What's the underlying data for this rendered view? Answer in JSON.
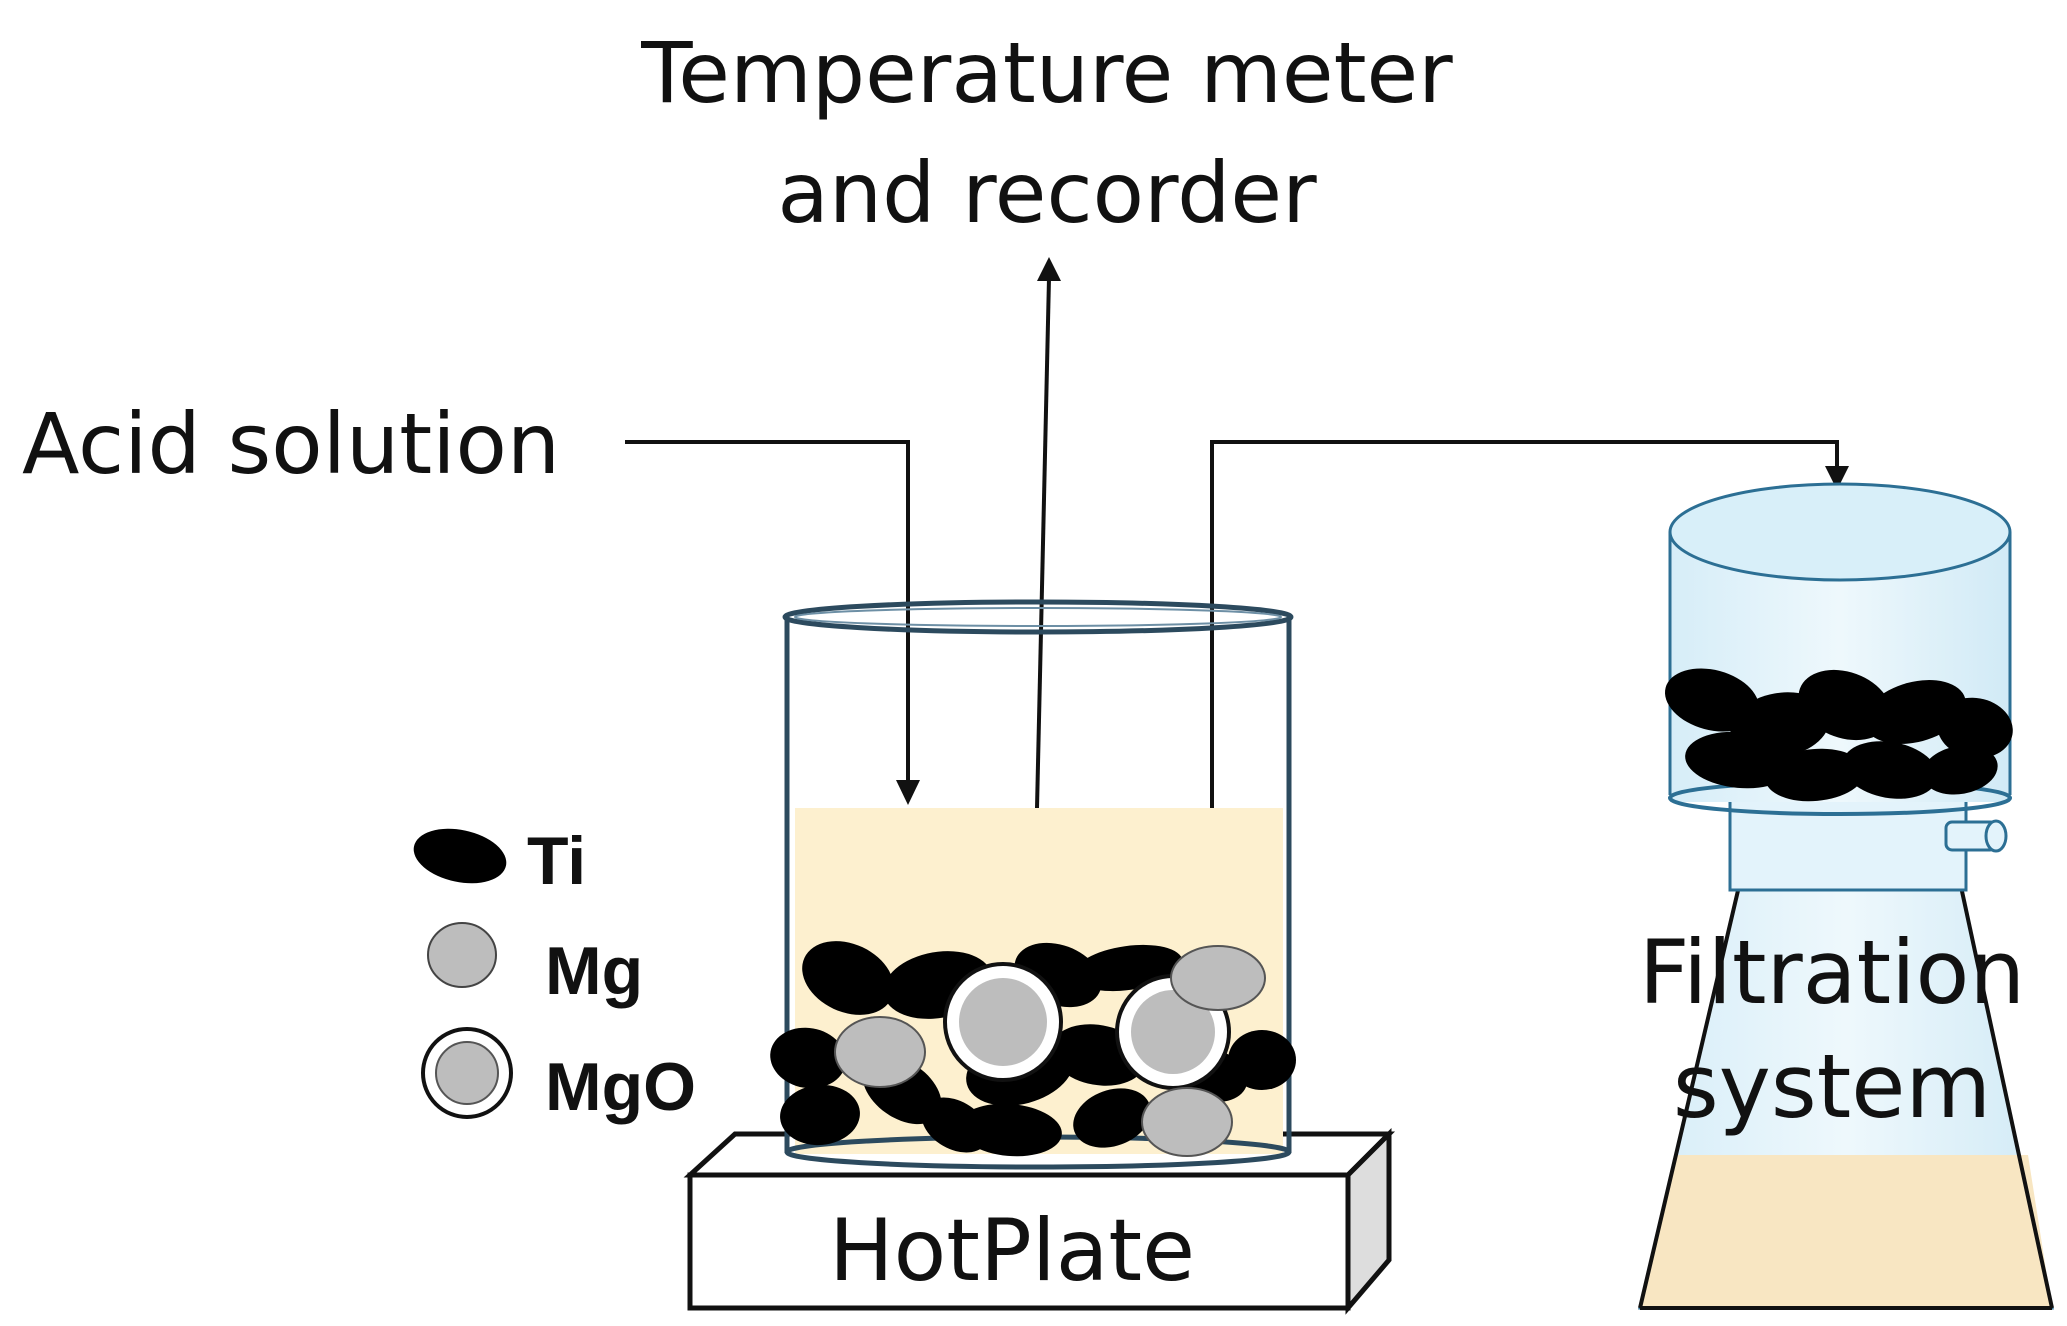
{
  "labels": {
    "temperature_line1": "Temperature meter",
    "temperature_line2": "and recorder",
    "acid_solution": "Acid solution",
    "hotplate": "HotPlate",
    "filtration_line1": "Filtration",
    "filtration_line2": "system"
  },
  "legend": [
    {
      "key": "ti",
      "label": "Ti"
    },
    {
      "key": "mg",
      "label": "Mg"
    },
    {
      "key": "mgo",
      "label": "MgO"
    }
  ],
  "colors": {
    "solution": "#fdf0cf",
    "filtrate": "#f8e6c2",
    "glass": "#e3f3fb",
    "glass_edge": "#2c6f94",
    "mg_particle": "#bdbdbd",
    "ti_particle": "#000000",
    "ink": "#111111"
  }
}
